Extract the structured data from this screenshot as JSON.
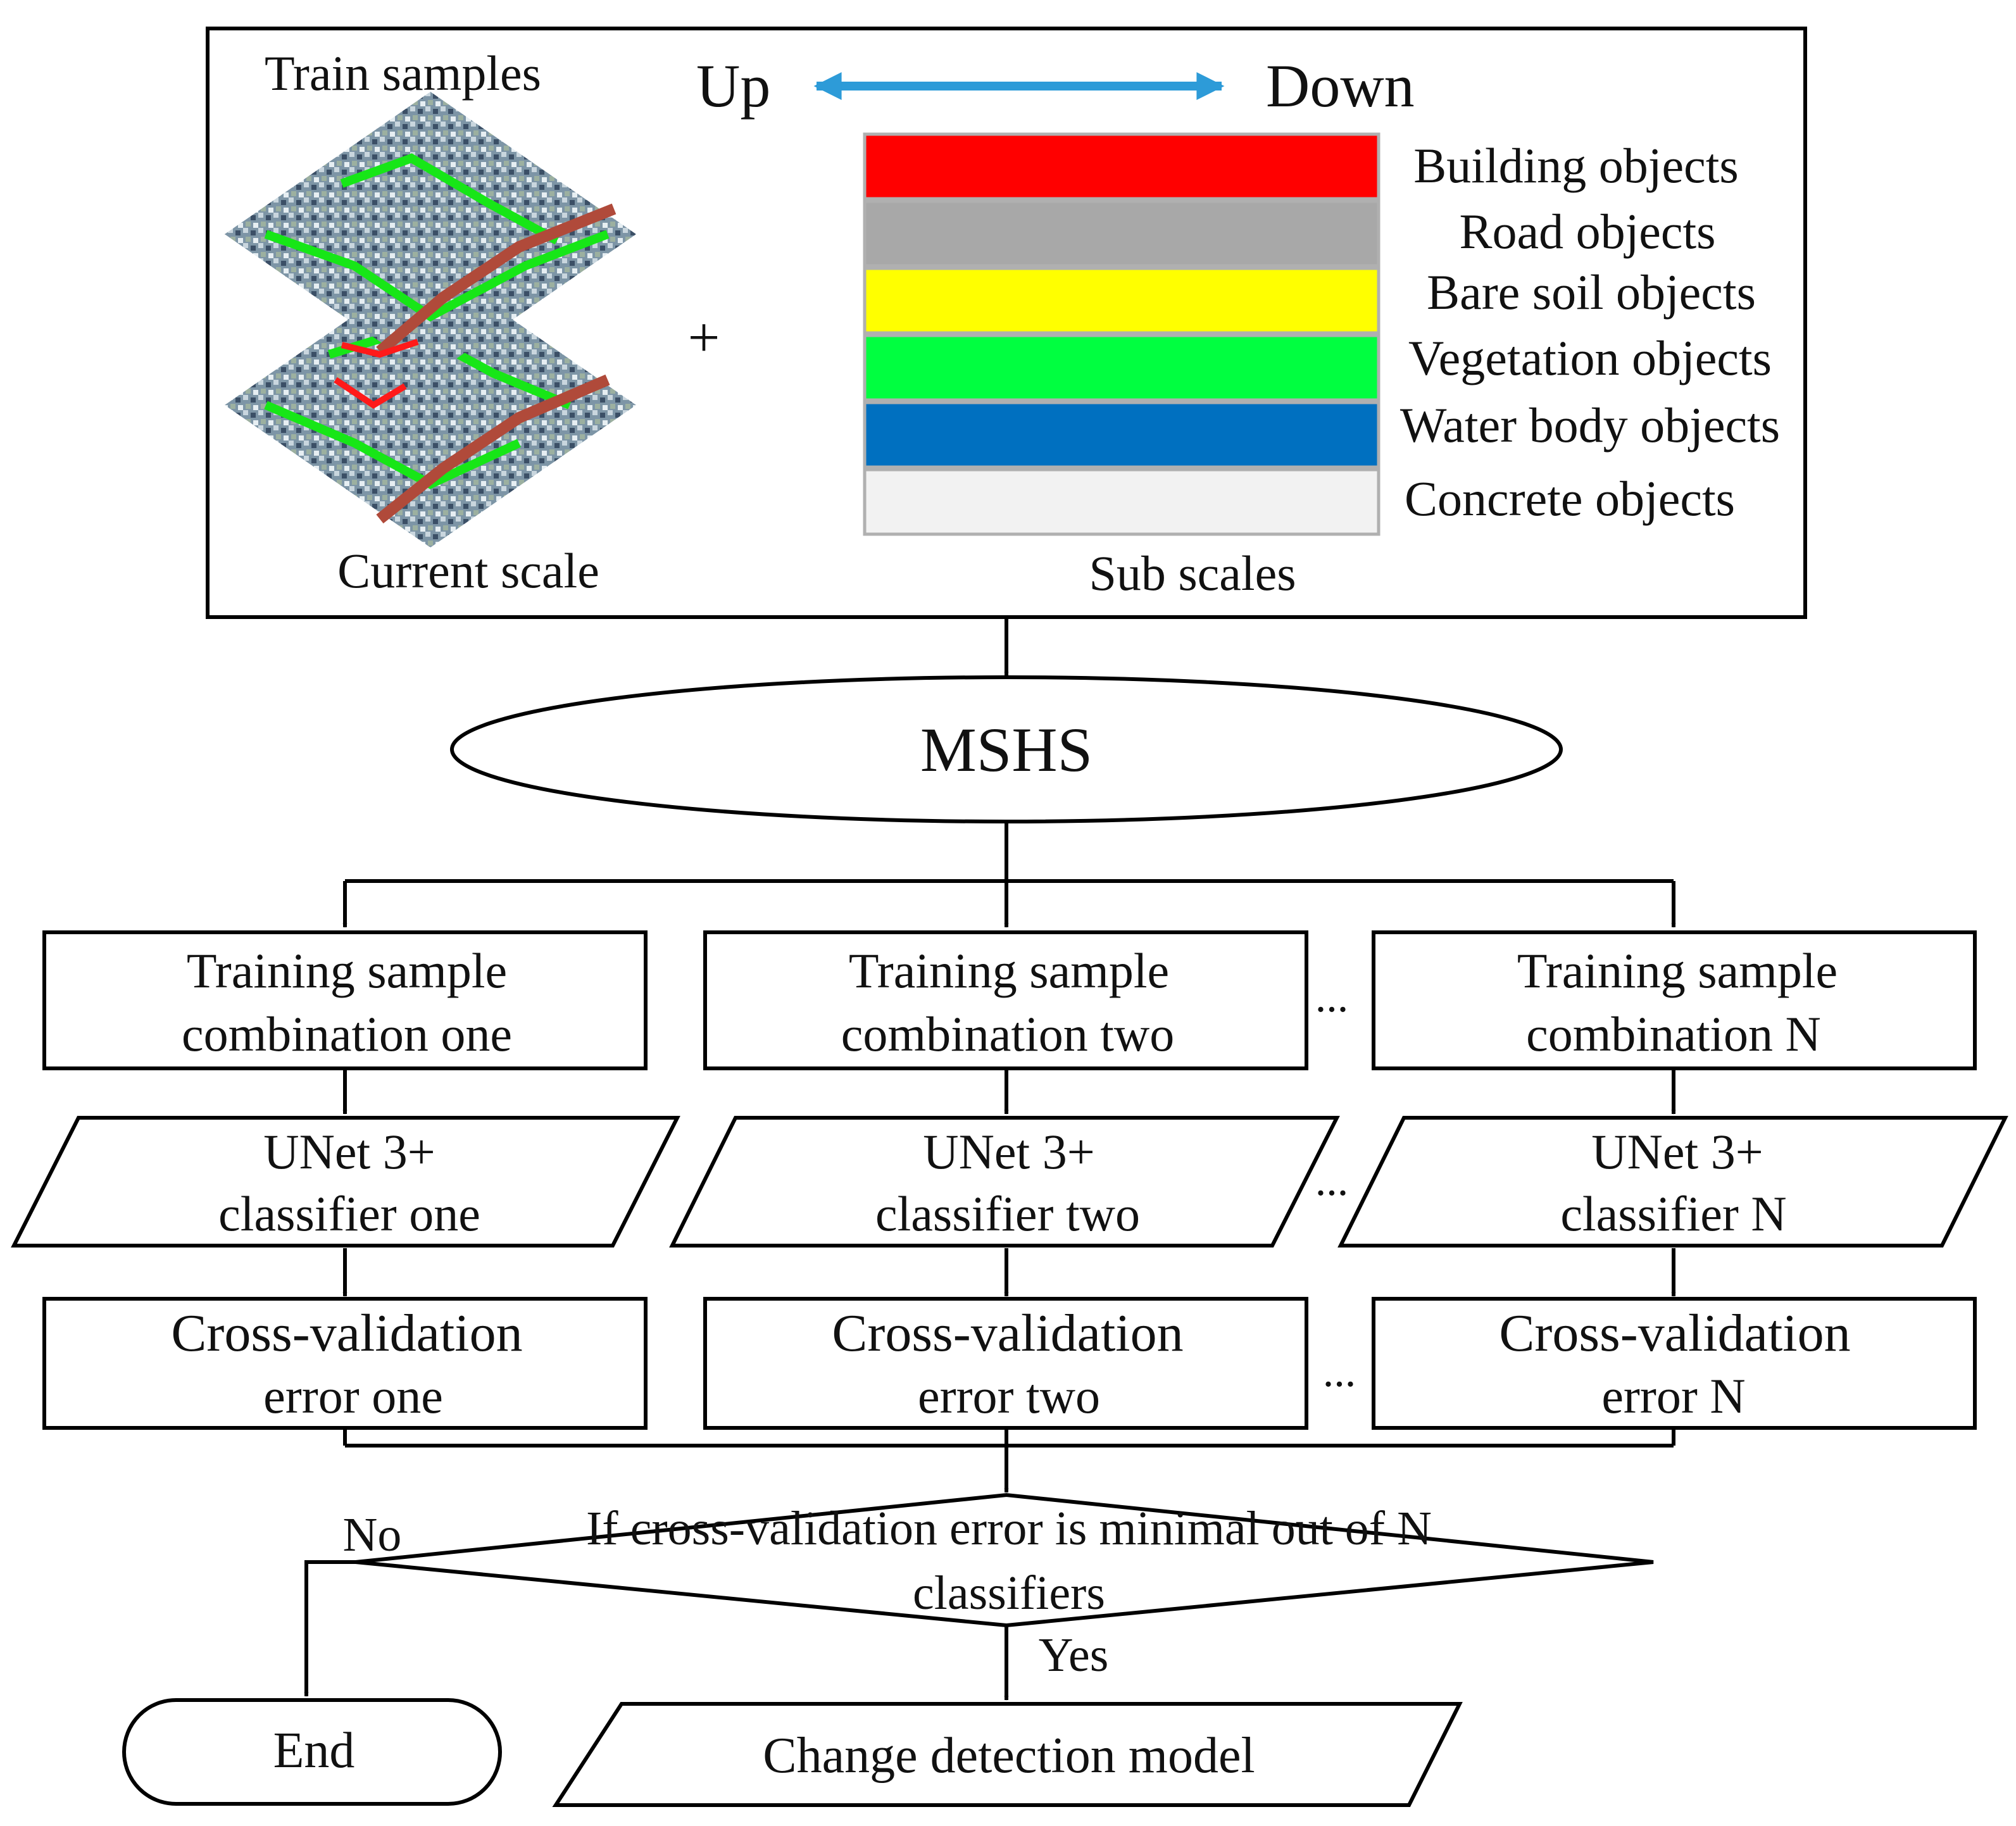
{
  "top_panel": {
    "train_samples_label": "Train samples",
    "up_label": "Up",
    "down_label": "Down",
    "plus_symbol": "+",
    "current_scale_label": "Current scale",
    "sub_scales_label": "Sub scales",
    "arrow_color": "#2d9bd8",
    "legend": [
      {
        "label": "Building objects",
        "color": "#ff0000"
      },
      {
        "label": "Road objects",
        "color": "#a8a8a8"
      },
      {
        "label": "Bare soil objects",
        "color": "#ffff00"
      },
      {
        "label": "Vegetation objects",
        "color": "#00ff40"
      },
      {
        "label": "Water body objects",
        "color": "#0070c0"
      },
      {
        "label": "Concrete objects",
        "color": "#f2f2f2"
      }
    ]
  },
  "mshs": {
    "label": "MSHS"
  },
  "columns": [
    {
      "training": [
        "Training sample",
        "combination one"
      ],
      "classifier": [
        "UNet 3+",
        "classifier one"
      ],
      "error": [
        "Cross-validation",
        "error one"
      ]
    },
    {
      "training": [
        "Training sample",
        "combination two"
      ],
      "classifier": [
        "UNet 3+",
        "classifier two"
      ],
      "error": [
        "Cross-validation",
        "error two"
      ]
    },
    {
      "training": [
        "Training sample",
        "combination N"
      ],
      "classifier": [
        "UNet 3+",
        "classifier N"
      ],
      "error": [
        "Cross-validation",
        "error N"
      ]
    }
  ],
  "ellipsis": "...",
  "decision": {
    "line1": "If cross-validation error is minimal out of N",
    "line2": "classifiers",
    "no_label": "No",
    "yes_label": "Yes"
  },
  "end": {
    "label": "End"
  },
  "result": {
    "label": "Change detection model"
  }
}
